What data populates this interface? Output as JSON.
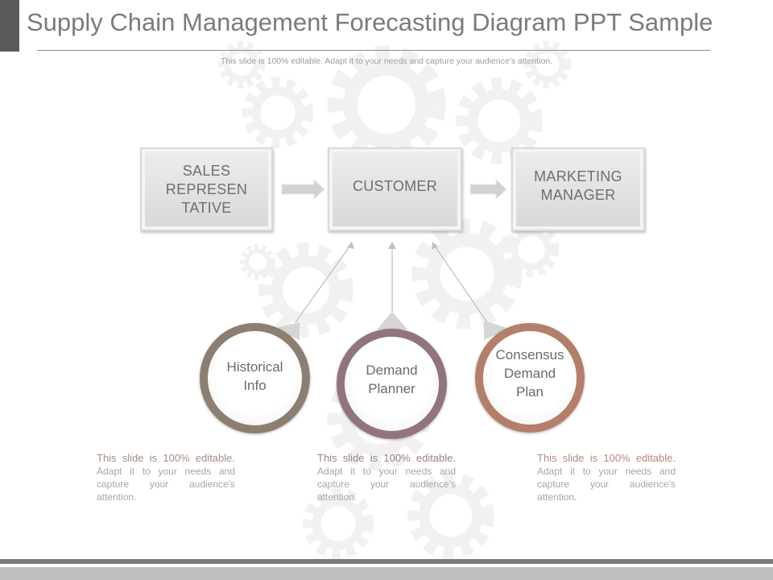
{
  "slide": {
    "title": "Supply Chain Management Forecasting Diagram PPT Sample",
    "subtitle": "This slide is 100% editable. Adapt it to your needs and capture your audience's attention."
  },
  "top_boxes": [
    {
      "label": "SALES REPRESEN TATIVE"
    },
    {
      "label": "CUSTOMER"
    },
    {
      "label": "MARKETING MANAGER"
    }
  ],
  "circles": [
    {
      "label": "Historical Info",
      "ring_color": "#8c7f71"
    },
    {
      "label": "Demand Planner",
      "ring_color": "#92747d"
    },
    {
      "label": "Consensus Demand Plan",
      "ring_color": "#b47f6a"
    }
  ],
  "descriptions": [
    {
      "lead": "This slide is 100% editable.",
      "rest": " Adapt it to your needs and capture your audience's attention.",
      "lead_color": "#a58d82"
    },
    {
      "lead": "This slide is 100% editable.",
      "rest": " Adapt it to your needs and capture your audience's attention.",
      "lead_color": "#9b7f86"
    },
    {
      "lead": "This slide is 100% editable.",
      "rest": " Adapt it to your needs and capture your audience's attention.",
      "lead_color": "#b88a7b"
    }
  ],
  "colors": {
    "title_text": "#7b7b7b",
    "box_text": "#6e6e6e",
    "arrow": "#d2d2d2",
    "connector": "#c0c0c0"
  },
  "icons": [
    "gear-icon",
    "arrow-right-icon"
  ]
}
